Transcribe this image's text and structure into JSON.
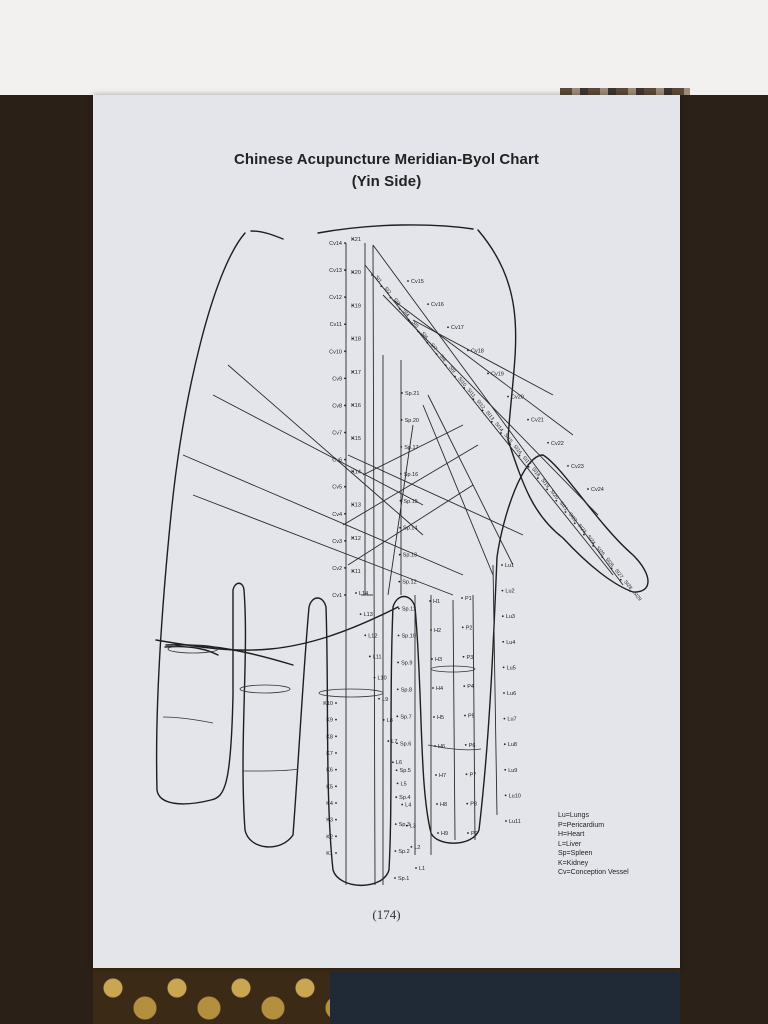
{
  "title_line1": "Chinese Acupuncture Meridian-Byol Chart",
  "title_line2": "(Yin Side)",
  "page_number": "(174)",
  "legend": [
    "Lu=Lungs",
    "P=Pericardium",
    "H=Heart",
    "L=Liver",
    "Sp=Spleen",
    "K=Kidney",
    "Cv=Conception Vessel"
  ],
  "points": {
    "cv": [
      "Cv14",
      "Cv13",
      "Cv12",
      "Cv11",
      "Cv10",
      "Cv9",
      "Cv8",
      "Cv7",
      "Cv6",
      "Cv5",
      "Cv4",
      "Cv3",
      "Cv2",
      "Cv1"
    ],
    "k": [
      "K21",
      "K20",
      "K19",
      "K18",
      "K17",
      "K16",
      "K15",
      "K14",
      "K13",
      "K12",
      "K11"
    ],
    "k_lower": [
      "K10",
      "K9",
      "K8",
      "K7",
      "K6",
      "K5",
      "K4",
      "K3",
      "K2",
      "K1"
    ],
    "sp": [
      "Sp.21",
      "Sp.20",
      "Sp.17",
      "Sp.16",
      "Sp.15",
      "Sp.14",
      "Sp.13",
      "Sp.12",
      "Sp.11",
      "Sp.10",
      "Sp.9",
      "Sp.8",
      "Sp.7",
      "Sp.6",
      "Sp.5",
      "Sp.4",
      "Sp.3",
      "Sp.2",
      "Sp.1"
    ],
    "l": [
      "L14",
      "L13",
      "L12",
      "L11",
      "L10",
      "L9",
      "L8",
      "L7",
      "L6",
      "L5",
      "L4",
      "L3",
      "L2",
      "L1"
    ],
    "lu": [
      "Lu1",
      "Lu2",
      "Lu3",
      "Lu4",
      "Lu5",
      "Lu6",
      "Lu7",
      "Lu8",
      "Lu9",
      "Lu10",
      "Lu11"
    ],
    "p": [
      "P1",
      "P2",
      "P3",
      "P4",
      "P5",
      "P6",
      "P7",
      "P8",
      "P9"
    ],
    "h": [
      "H1",
      "H2",
      "H3",
      "H4",
      "H5",
      "H6",
      "H7",
      "H8",
      "H9"
    ],
    "cv_thumb": [
      "Cv15",
      "Cv16",
      "Cv17",
      "Cv18",
      "Cv19",
      "Cv20",
      "Cv21",
      "Cv22",
      "Cv23",
      "Cv24"
    ],
    "si": [
      "SI1",
      "SI2",
      "SI3",
      "SI4",
      "SI5",
      "SI6",
      "SI7",
      "SI8",
      "SI9",
      "SI10",
      "SI11",
      "SI12",
      "SI13",
      "SI14",
      "SI15",
      "SI16",
      "SI17",
      "SI18",
      "SI19",
      "SI20",
      "SI21",
      "SI22",
      "SI23",
      "SI24",
      "SI25",
      "SI26",
      "SI27",
      "SI28",
      "SI29"
    ]
  }
}
